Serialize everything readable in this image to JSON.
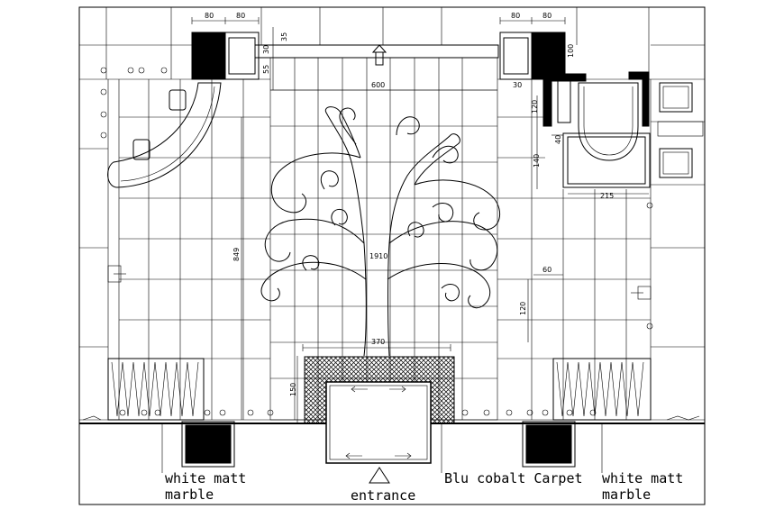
{
  "labels": {
    "left_material_line1": "white matt",
    "left_material_line2": "marble",
    "right_material_line1": "white matt",
    "right_material_line2": "marble",
    "entrance": "entrance",
    "carpet": "Blu cobalt Carpet"
  },
  "dimensions": {
    "top_left_a": "80",
    "top_left_b": "80",
    "top_right_a": "80",
    "top_right_b": "80",
    "vertical_35": "35",
    "vertical_30": "30",
    "vertical_55": "55",
    "vertical_100": "100",
    "right_30": "30",
    "right_120": "120",
    "right_40": "40",
    "right_140": "140",
    "width_600": "600",
    "width_215": "215",
    "width_60": "60",
    "height_849": "849",
    "center_1910": "1910",
    "center_370": "370",
    "height_120": "120",
    "height_150": "150"
  }
}
